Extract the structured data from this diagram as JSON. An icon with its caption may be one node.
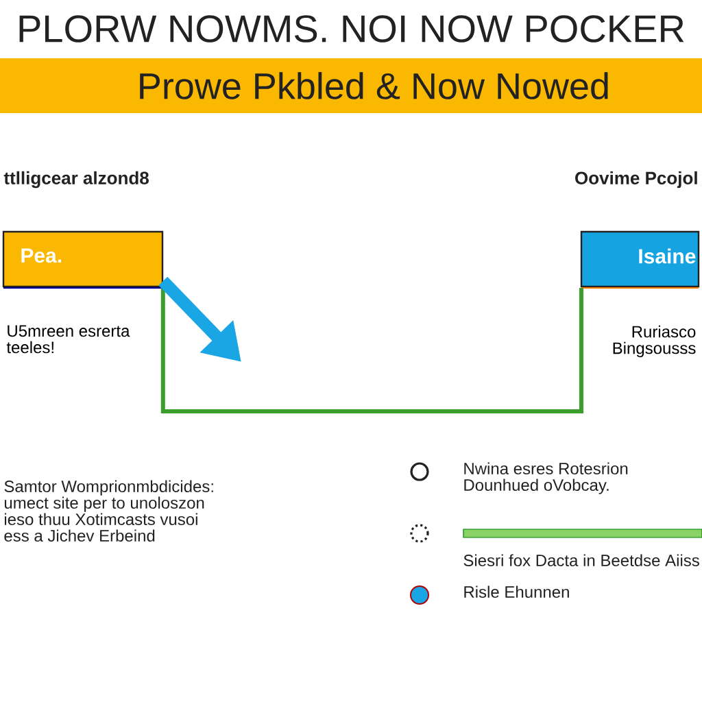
{
  "diagram": {
    "title": "PLORW NOWMS. NOI NOW POCKER",
    "nodes": [
      {
        "text": [
          "Pea.",
          "U5mreen esrerta teeles!"
        ]
      },
      {
        "text": [
          "Isaine",
          "Ruriasco Bingsousss"
        ]
      }
    ],
    "edges": [
      {
        "from": 0,
        "to": 1,
        "arrow": "none",
        "color": "#3a9e2a"
      },
      {
        "from": 0,
        "to": null,
        "arrow": "to",
        "style": "thick",
        "color": "#1aa6e4"
      }
    ],
    "labels": [
      "Prowe Pkbled & Now Nowed",
      "ttlligcear alzond8",
      "Oovime Pcojol",
      "Samtor Womprionmbdicides: umect site per to unoloszon ieso thuu Xotimcasts vusoi ess a Jichev Erbeind"
    ],
    "legend": [
      {
        "text": "Nwina esres Rotesrion Dounhued oVobcay."
      },
      {
        "text": "Siesri fox Dacta in Beetdse Aiiss"
      },
      {
        "text": "Risle Ehunnen",
        "color": "#1aa6e4"
      }
    ]
  }
}
